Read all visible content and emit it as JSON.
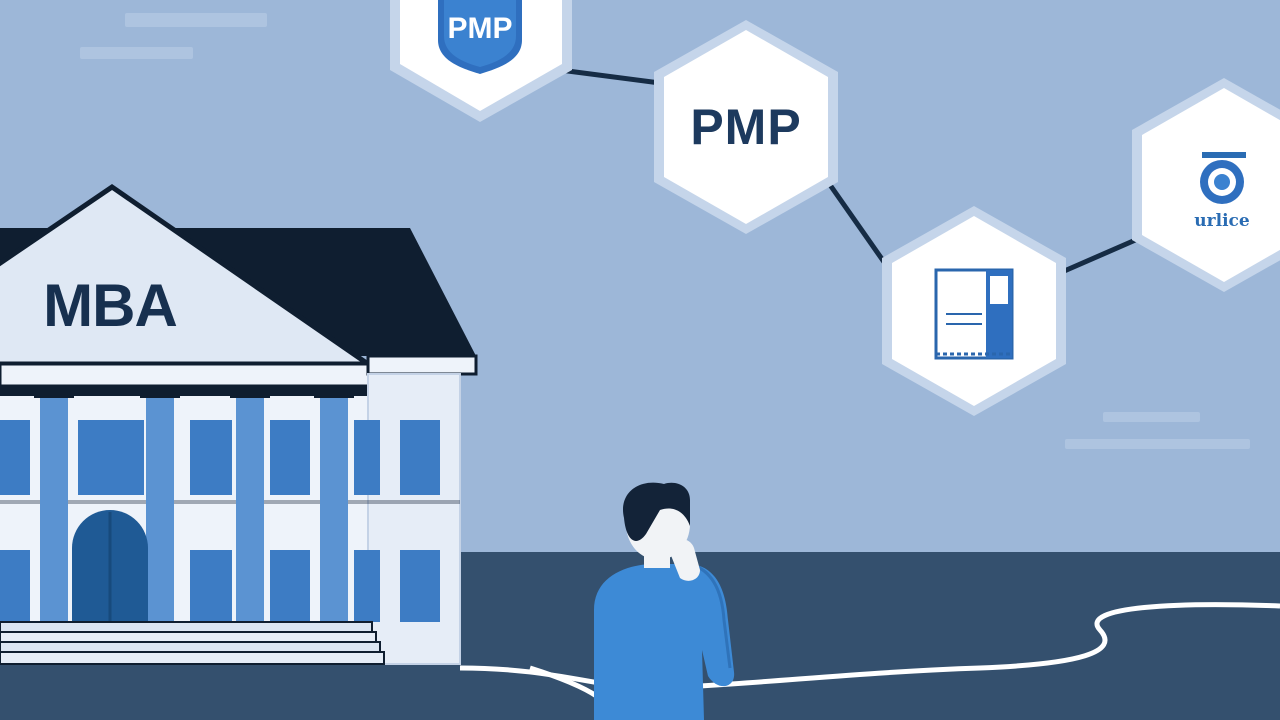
{
  "building": {
    "label": "MBA"
  },
  "hexagons": [
    {
      "label": "PMP",
      "icon": "pmp-shield-icon"
    },
    {
      "label": "PMP",
      "icon": "none"
    },
    {
      "label": "",
      "icon": "certificate-document-icon"
    },
    {
      "label": "urlice",
      "icon": "graduation-badge-icon"
    }
  ],
  "colors": {
    "sky": "#9db7d8",
    "ground": "#34506e",
    "roof": "#0f1e30",
    "accent_blue": "#3d7cc4",
    "hex_fill": "#ffffff"
  }
}
